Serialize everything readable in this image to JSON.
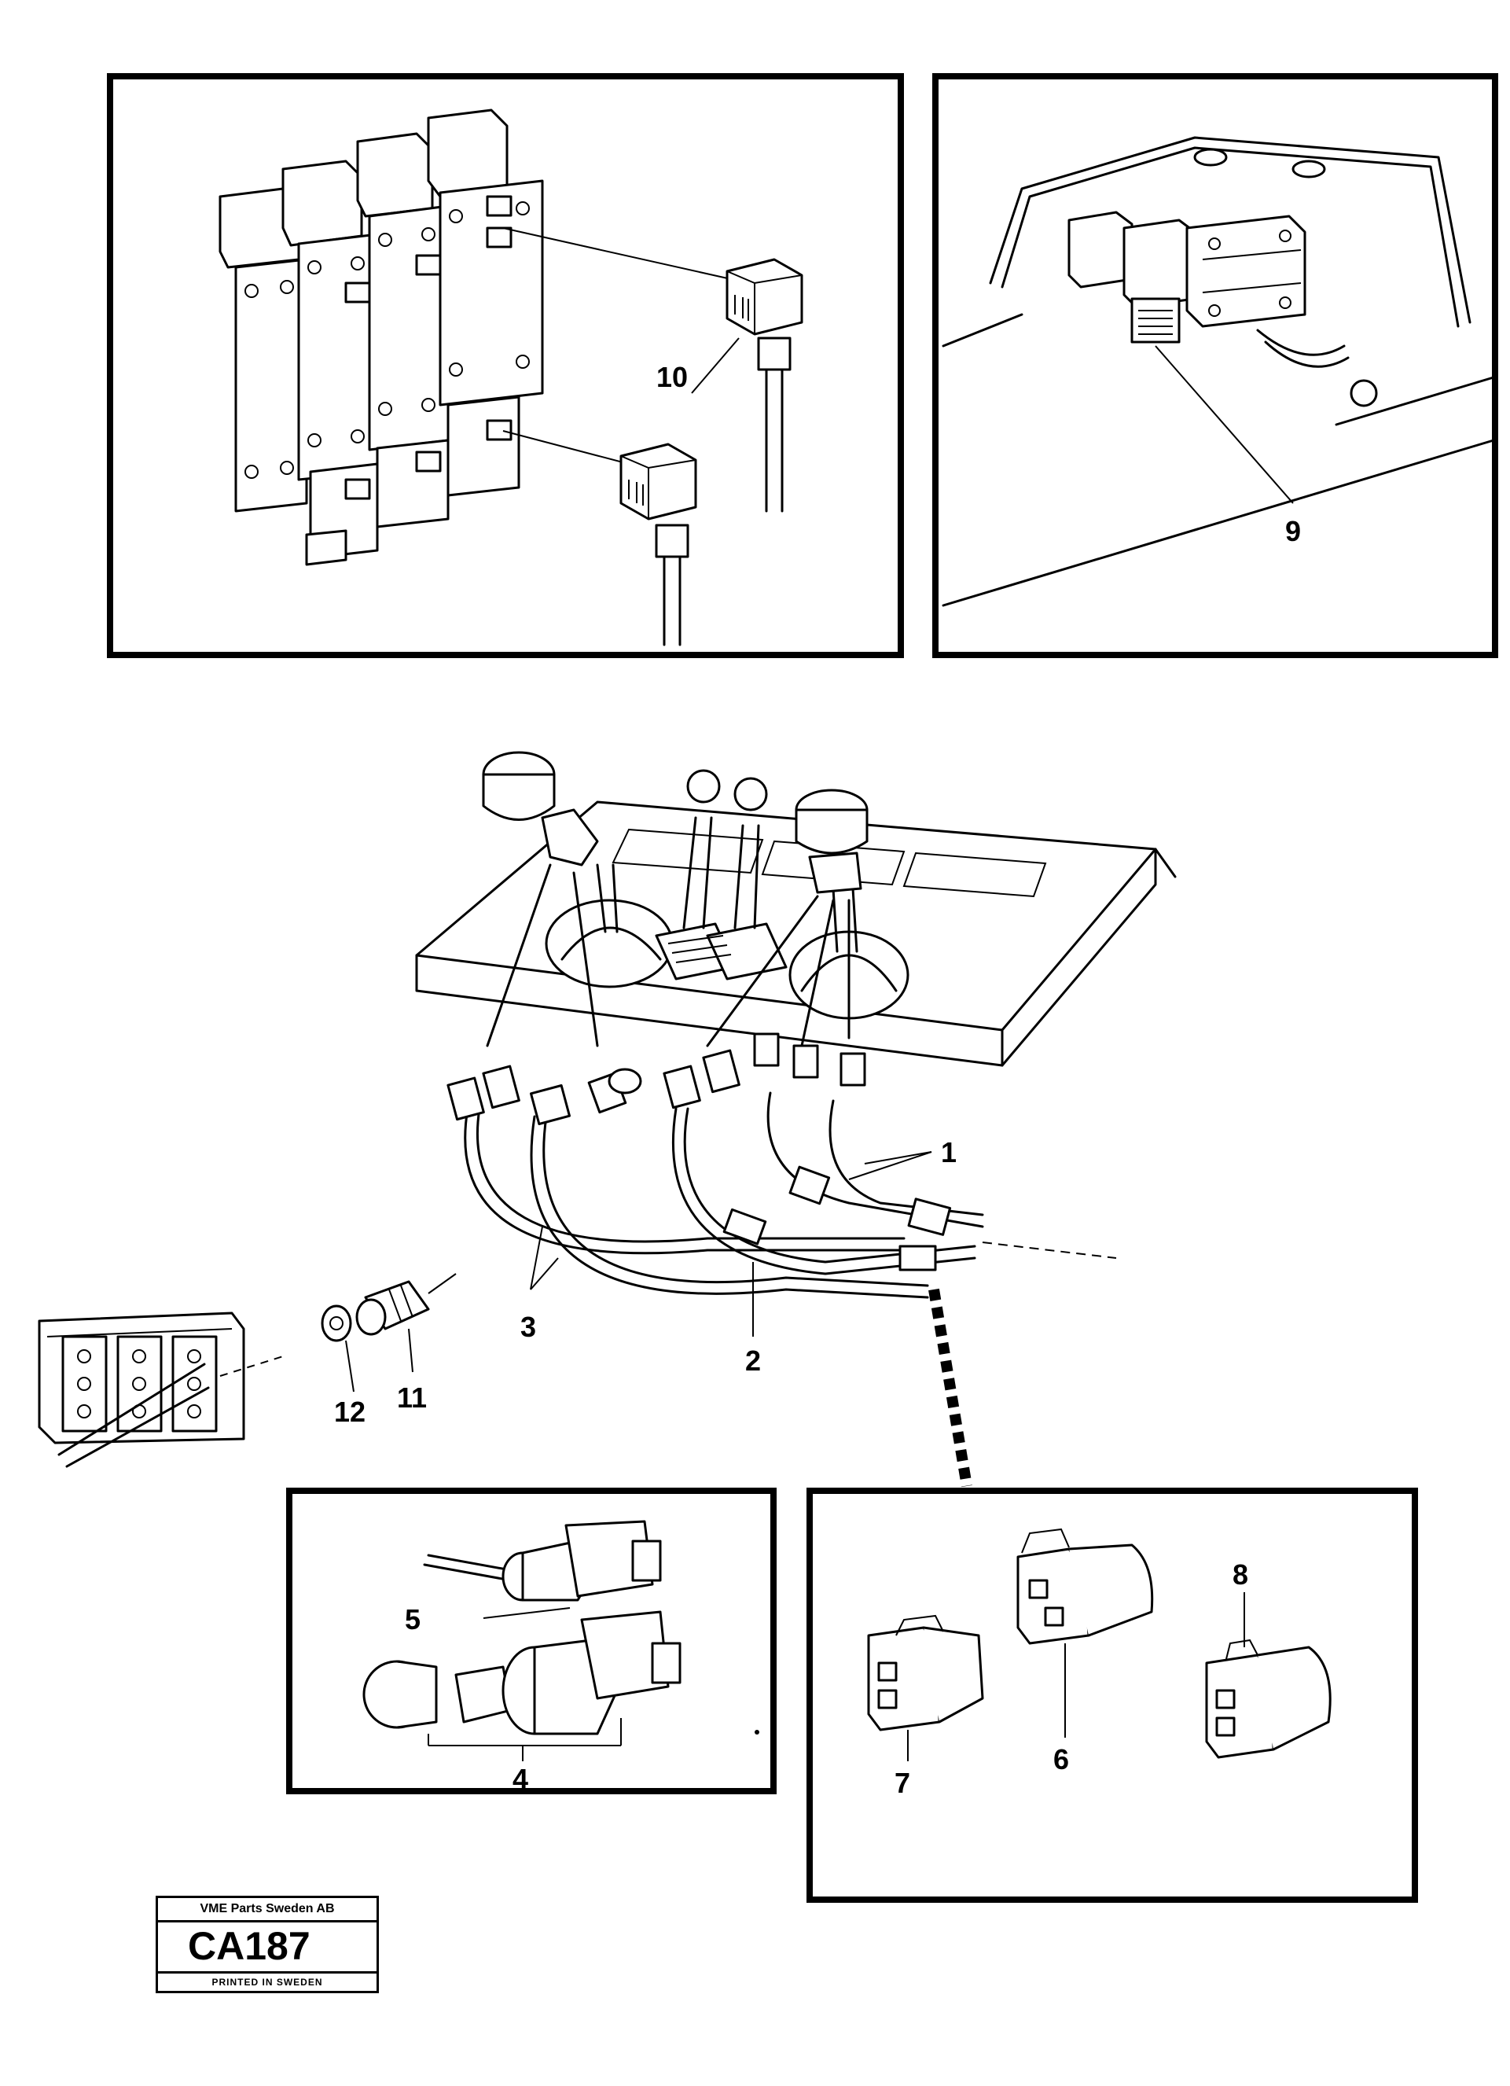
{
  "callouts": {
    "c1": "1",
    "c2": "2",
    "c3": "3",
    "c4": "4",
    "c5": "5",
    "c6": "6",
    "c7": "7",
    "c8": "8",
    "c9": "9",
    "c10": "10",
    "c11": "11",
    "c12": "12"
  },
  "stamp": {
    "company": "VME Parts Sweden AB",
    "code": "CA187",
    "printed": "PRINTED IN SWEDEN"
  }
}
